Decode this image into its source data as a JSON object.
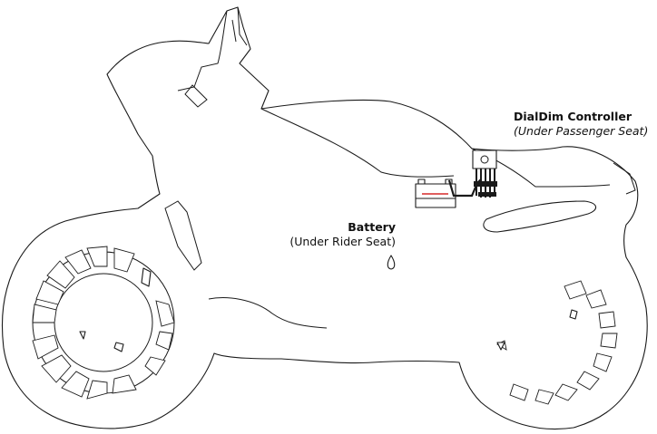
{
  "controller": {
    "title": "DialDim Controller",
    "location": "(Under Passenger Seat)"
  },
  "battery": {
    "title": "Battery",
    "location": "(Under Rider Seat)"
  },
  "colors": {
    "outline": "#1a1a1a",
    "battery_positive_wire": "#d62828",
    "background": "#ffffff"
  }
}
